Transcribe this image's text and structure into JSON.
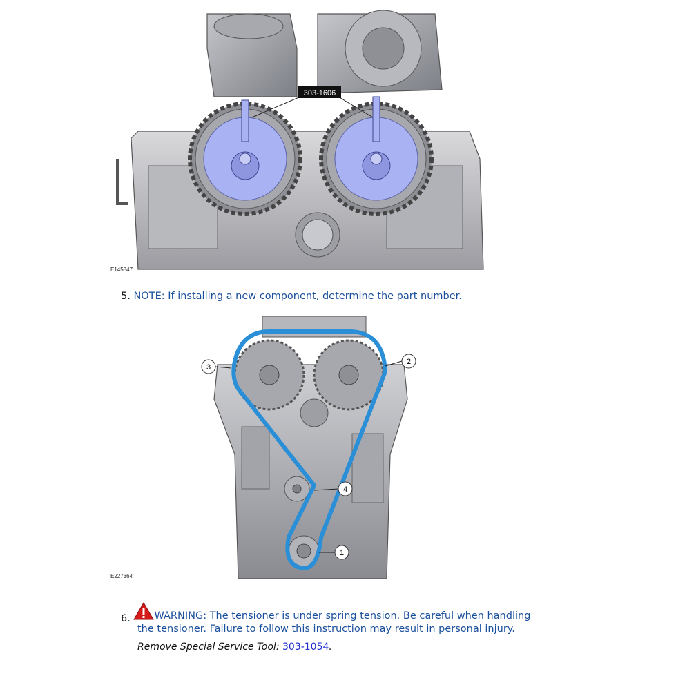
{
  "figure1": {
    "id": "E145847",
    "tool_callout": "303-1606"
  },
  "step5": {
    "number": "5.",
    "text": "NOTE: If installing a new component, determine the part number."
  },
  "figure2": {
    "id": "E227364",
    "callouts": [
      "1",
      "2",
      "3",
      "4"
    ]
  },
  "step6": {
    "number": "6.",
    "warning_line1": "WARNING: The tensioner is under spring tension. Be careful when handling",
    "warning_line2": "the tensioner. Failure to follow this instruction may result in personal injury.",
    "remove_label": "Remove Special Service Tool:",
    "tool_number": "303-1054",
    "tool_suffix": "."
  },
  "colors": {
    "note_text": "#1a4f9c",
    "link": "#1f2fd1",
    "belt": "#2a8fd6",
    "tool_highlight": "#a9b2f2",
    "warning": "#d61a1a"
  }
}
